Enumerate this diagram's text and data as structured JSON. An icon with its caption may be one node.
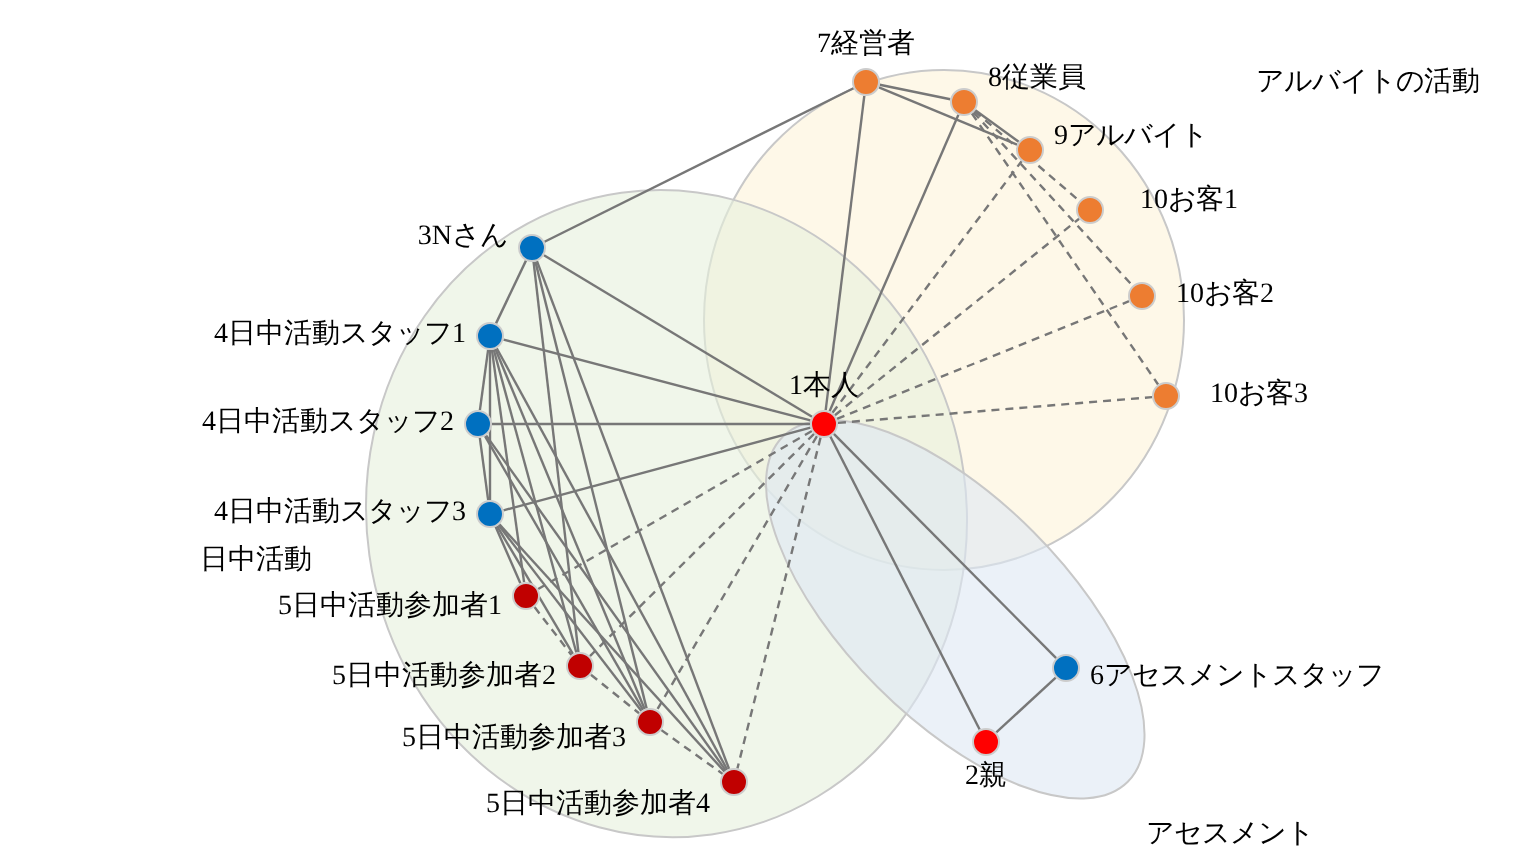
{
  "diagram": {
    "nodes": [
      {
        "text": [
          "アルバイトの活動"
        ]
      },
      {
        "text": [
          "日中活動"
        ]
      },
      {
        "text": [
          "アセスメント"
        ]
      },
      {
        "text": [
          "1本人"
        ]
      },
      {
        "text": [
          "2親"
        ],
        "in": 2
      },
      {
        "text": [
          "3Nさん"
        ],
        "in": 1
      },
      {
        "text": [
          "4日中活動スタッフ1"
        ],
        "in": 1
      },
      {
        "text": [
          "4日中活動スタッフ2"
        ],
        "in": 1
      },
      {
        "text": [
          "4日中活動スタッフ3"
        ],
        "in": 1
      },
      {
        "text": [
          "5日中活動参加者1"
        ],
        "in": 1
      },
      {
        "text": [
          "5日中活動参加者2"
        ],
        "in": 1
      },
      {
        "text": [
          "5日中活動参加者3"
        ],
        "in": 1
      },
      {
        "text": [
          "5日中活動参加者4"
        ],
        "in": 1
      },
      {
        "text": [
          "6アセスメントスタッフ"
        ],
        "in": 2
      },
      {
        "text": [
          "7経営者"
        ],
        "in": 0
      },
      {
        "text": [
          "8従業員"
        ],
        "in": 0
      },
      {
        "text": [
          "9アルバイト"
        ],
        "in": 0
      },
      {
        "text": [
          "10お客1"
        ],
        "in": 0
      },
      {
        "text": [
          "10お客2"
        ],
        "in": 0
      },
      {
        "text": [
          "10お客3"
        ],
        "in": 0
      }
    ],
    "edges": [
      {
        "from": 3,
        "to": 14,
        "arrow": "none"
      },
      {
        "from": 3,
        "to": 15,
        "arrow": "none"
      },
      {
        "from": 3,
        "to": 5,
        "arrow": "none"
      },
      {
        "from": 3,
        "to": 6,
        "arrow": "none"
      },
      {
        "from": 3,
        "to": 7,
        "arrow": "none"
      },
      {
        "from": 3,
        "to": 8,
        "arrow": "none"
      },
      {
        "from": 3,
        "to": 4,
        "arrow": "none"
      },
      {
        "from": 3,
        "to": 13,
        "arrow": "none"
      },
      {
        "from": 3,
        "to": 16,
        "arrow": "none",
        "style": "dashed"
      },
      {
        "from": 3,
        "to": 17,
        "arrow": "none",
        "style": "dashed"
      },
      {
        "from": 3,
        "to": 18,
        "arrow": "none",
        "style": "dashed"
      },
      {
        "from": 3,
        "to": 19,
        "arrow": "none",
        "style": "dashed"
      },
      {
        "from": 3,
        "to": 9,
        "arrow": "none",
        "style": "dashed"
      },
      {
        "from": 3,
        "to": 10,
        "arrow": "none",
        "style": "dashed"
      },
      {
        "from": 3,
        "to": 11,
        "arrow": "none",
        "style": "dashed"
      },
      {
        "from": 3,
        "to": 12,
        "arrow": "none",
        "style": "dashed"
      },
      {
        "from": 14,
        "to": 5,
        "arrow": "none"
      },
      {
        "from": 14,
        "to": 15,
        "arrow": "none"
      },
      {
        "from": 14,
        "to": 16,
        "arrow": "none"
      },
      {
        "from": 15,
        "to": 16,
        "arrow": "none"
      },
      {
        "from": 15,
        "to": 17,
        "arrow": "none",
        "style": "dashed"
      },
      {
        "from": 15,
        "to": 18,
        "arrow": "none",
        "style": "dashed"
      },
      {
        "from": 15,
        "to": 19,
        "arrow": "none",
        "style": "dashed"
      },
      {
        "from": 4,
        "to": 13,
        "arrow": "none"
      },
      {
        "from": 5,
        "to": 6,
        "arrow": "none"
      },
      {
        "from": 5,
        "to": 10,
        "arrow": "none"
      },
      {
        "from": 5,
        "to": 11,
        "arrow": "none"
      },
      {
        "from": 5,
        "to": 12,
        "arrow": "none"
      },
      {
        "from": 6,
        "to": 7,
        "arrow": "none"
      },
      {
        "from": 6,
        "to": 8,
        "arrow": "none"
      },
      {
        "from": 6,
        "to": 9,
        "arrow": "none"
      },
      {
        "from": 6,
        "to": 10,
        "arrow": "none"
      },
      {
        "from": 6,
        "to": 11,
        "arrow": "none"
      },
      {
        "from": 6,
        "to": 12,
        "arrow": "none"
      },
      {
        "from": 7,
        "to": 8,
        "arrow": "none"
      },
      {
        "from": 7,
        "to": 11,
        "arrow": "none"
      },
      {
        "from": 7,
        "to": 12,
        "arrow": "none"
      },
      {
        "from": 8,
        "to": 9,
        "arrow": "none"
      },
      {
        "from": 8,
        "to": 10,
        "arrow": "none"
      },
      {
        "from": 8,
        "to": 11,
        "arrow": "none"
      },
      {
        "from": 8,
        "to": 12,
        "arrow": "none"
      },
      {
        "from": 9,
        "to": 10,
        "arrow": "none",
        "style": "dashed"
      },
      {
        "from": 10,
        "to": 11,
        "arrow": "none",
        "style": "dashed"
      },
      {
        "from": 11,
        "to": 12,
        "arrow": "none",
        "style": "dashed"
      }
    ]
  }
}
